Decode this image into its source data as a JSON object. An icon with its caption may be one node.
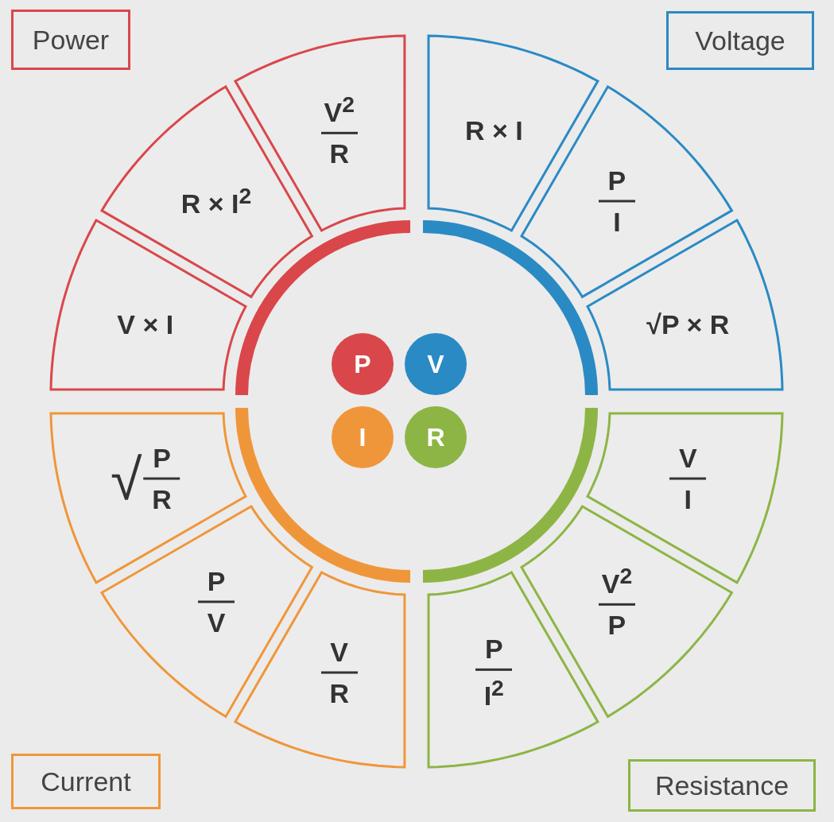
{
  "diagram": {
    "nodes": [
      {
        "text": [
          "Power"
        ]
      },
      {
        "text": [
          "Voltage"
        ]
      },
      {
        "text": [
          "V$^{2}$",
          "R"
        ]
      },
      {
        "text": [
          "R × I$^{2}$"
        ]
      },
      {
        "text": [
          "V × I"
        ]
      },
      {
        "text": [
          "R × I"
        ]
      },
      {
        "text": [
          "P",
          "I"
        ]
      },
      {
        "text": [
          "√P × R"
        ]
      },
      {
        "text": [
          "P"
        ]
      },
      {
        "text": [
          "V"
        ]
      },
      {
        "text": [
          "I"
        ]
      },
      {
        "text": [
          "R"
        ]
      },
      {
        "text": [
          "√",
          "P",
          "R"
        ]
      },
      {
        "text": [
          "P",
          "V"
        ]
      },
      {
        "text": [
          "V",
          "R"
        ]
      },
      {
        "text": [
          "V",
          "I"
        ]
      },
      {
        "text": [
          "V$^{2}$",
          "P"
        ]
      },
      {
        "text": [
          "P",
          "I$^{2}$"
        ]
      },
      {
        "text": [
          "Current"
        ]
      },
      {
        "text": [
          "Resistance"
        ]
      }
    ],
    "edges": []
  }
}
